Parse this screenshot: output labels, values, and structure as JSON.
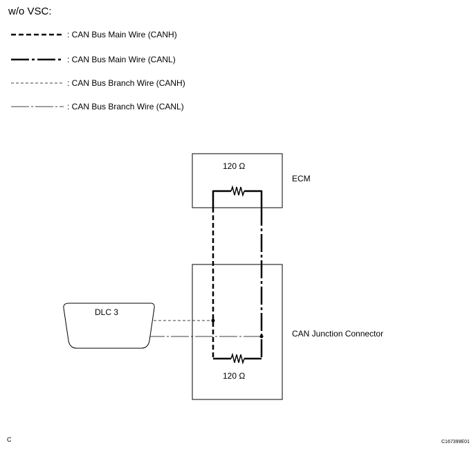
{
  "title": "w/o VSC:",
  "legend": [
    {
      "label": ": CAN Bus Main Wire (CANH)"
    },
    {
      "label": ": CAN Bus Main Wire (CANL)"
    },
    {
      "label": ": CAN Bus Branch Wire (CANH)"
    },
    {
      "label": ": CAN Bus Branch Wire (CANL)"
    }
  ],
  "ecm": {
    "resistance": "120 Ω",
    "label": "ECM"
  },
  "junction": {
    "resistance": "120 Ω",
    "label": "CAN Junction Connector"
  },
  "dlc": {
    "label": "DLC 3"
  },
  "footer": {
    "left": "C",
    "right": "C167399E01"
  }
}
